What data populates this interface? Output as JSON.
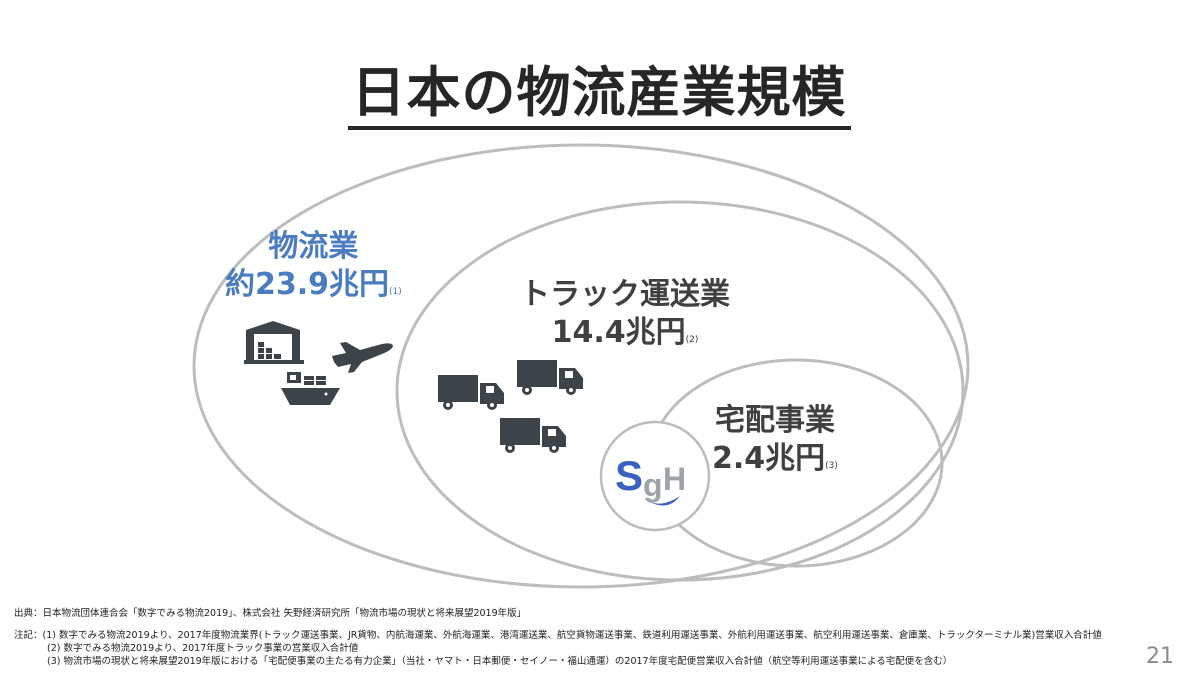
{
  "title": "日本の物流産業規模",
  "circles": [
    {
      "name": "物流業",
      "value": "約23.9兆円",
      "note": "(1)"
    },
    {
      "name": "トラック運送業",
      "value": "14.4兆円",
      "note": "(2)"
    },
    {
      "name": "宅配事業",
      "value": "2.4兆円",
      "note": "(3)"
    }
  ],
  "logo": {
    "text_s": "S",
    "text_g": "g",
    "text_h": "H"
  },
  "source": "出典：日本物流団体連合会「数字でみる物流2019」、株式会社 矢野経済研究所「物流市場の現状と将来展望2019年版」",
  "notes": [
    "注記：(1) 数字でみる物流2019より、2017年度物流業界(トラック運送事業、JR貨物、内航海運業、外航海運業、港湾運送業、航空貨物運送事業、鉄道利用運送事業、外航利用運送事業、航空利用運送事業、倉庫業、トラックターミナル業)営業収入合計値",
    "(2) 数字でみる物流2019より、2017年度トラック事業の営業収入合計値",
    "(3) 物流市場の現状と将来展望2019年版における「宅配便事業の主たる有力企業」（当社・ヤマト・日本郵便・セイノー・福山通運）の2017年度宅配便営業収入合計値（航空等利用運送事業による宅配便を含む）"
  ],
  "page_number": "21",
  "colors": {
    "accent": "#4a7cc0",
    "icon": "#3d4449",
    "ring": "#bdbdbd"
  }
}
